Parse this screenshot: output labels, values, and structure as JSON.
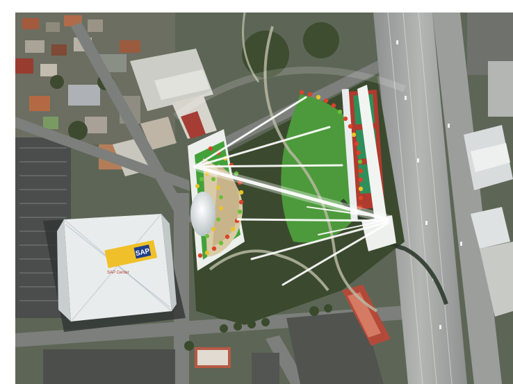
{
  "image": {
    "kind": "aerial-rendering",
    "palette": {
      "ground": "#5b6355",
      "trees": "#3c4a30",
      "grass": "#4f9a3c",
      "plaza": "#d9cba6",
      "freeway": "#a8a8a6",
      "roof": "#e9ecec",
      "sign": "#f0c02a",
      "tennis": "#2f8f5a",
      "court_border": "#b03a2e",
      "dot_red": "#d9452b",
      "dot_yellow": "#e8c42a",
      "dot_green": "#6cbf3a"
    }
  },
  "arena": {
    "sign_text": "SAP",
    "roof_text": "SAP Center"
  }
}
